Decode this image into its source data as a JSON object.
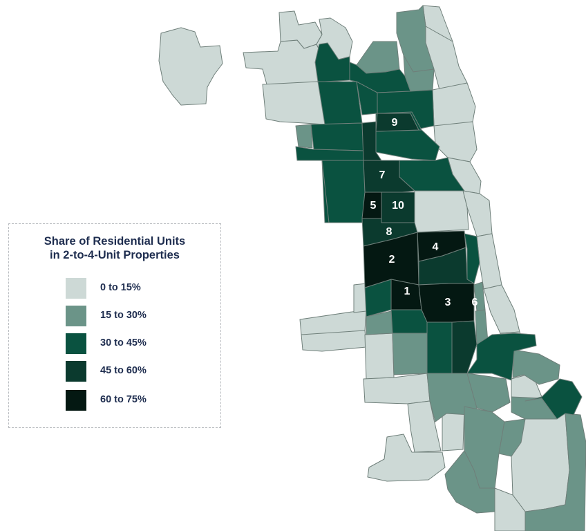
{
  "legend": {
    "title_line1": "Share of Residential Units",
    "title_line2": "in 2-to-4-Unit Properties",
    "items": [
      {
        "label": "0 to 15%",
        "color": "#cdd9d6"
      },
      {
        "label": "15 to 30%",
        "color": "#6b9488"
      },
      {
        "label": "30 to 45%",
        "color": "#0a5240"
      },
      {
        "label": "45 to 60%",
        "color": "#0b3a2e"
      },
      {
        "label": "60 to 75%",
        "color": "#041812"
      }
    ]
  },
  "map": {
    "border_color": "#6f7f7a",
    "rank_labels": [
      "1",
      "2",
      "3",
      "4",
      "5",
      "6",
      "7",
      "8",
      "9",
      "10"
    ]
  }
}
